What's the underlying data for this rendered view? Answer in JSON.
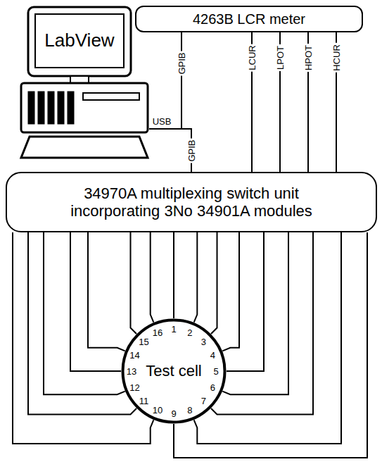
{
  "diagram": {
    "nodes": [
      {
        "text": [
          "LabView"
        ]
      },
      {
        "text": [
          "4263B LCR meter"
        ]
      },
      {
        "text": [
          "34970A multiplexing switch unit incorporating 3No 34901A modules"
        ]
      },
      {
        "text": [
          "Test cell"
        ]
      }
    ],
    "edges": [
      {
        "from": 0,
        "to": 1,
        "arrow": "none",
        "label": "GPIB"
      },
      {
        "from": 0,
        "to": 2,
        "arrow": "none",
        "label": "GPIB"
      },
      {
        "from": 1,
        "to": 2,
        "arrow": "none",
        "label": "LCUR"
      },
      {
        "from": 1,
        "to": 2,
        "arrow": "none",
        "label": "LPOT"
      },
      {
        "from": 1,
        "to": 2,
        "arrow": "none",
        "label": "HPOT"
      },
      {
        "from": 1,
        "to": 2,
        "arrow": "none",
        "label": "HCUR"
      },
      {
        "from": 2,
        "to": 3,
        "arrow": "none"
      },
      {
        "from": 2,
        "to": 3,
        "arrow": "none"
      },
      {
        "from": 2,
        "to": 3,
        "arrow": "none"
      },
      {
        "from": 2,
        "to": 3,
        "arrow": "none"
      },
      {
        "from": 2,
        "to": 3,
        "arrow": "none"
      },
      {
        "from": 2,
        "to": 3,
        "arrow": "none"
      },
      {
        "from": 2,
        "to": 3,
        "arrow": "none"
      },
      {
        "from": 2,
        "to": 3,
        "arrow": "none"
      },
      {
        "from": 2,
        "to": 3,
        "arrow": "none"
      },
      {
        "from": 2,
        "to": 3,
        "arrow": "none"
      },
      {
        "from": 2,
        "to": 3,
        "arrow": "none"
      },
      {
        "from": 2,
        "to": 3,
        "arrow": "none"
      },
      {
        "from": 2,
        "to": 3,
        "arrow": "none"
      },
      {
        "from": 2,
        "to": 3,
        "arrow": "none"
      },
      {
        "from": 2,
        "to": 3,
        "arrow": "none"
      },
      {
        "from": 2,
        "to": 3,
        "arrow": "none"
      }
    ],
    "labels": [
      "USB",
      "1",
      "2",
      "3",
      "4",
      "5",
      "6",
      "7",
      "8",
      "9",
      "10",
      "11",
      "12",
      "13",
      "14",
      "15",
      "16"
    ]
  }
}
